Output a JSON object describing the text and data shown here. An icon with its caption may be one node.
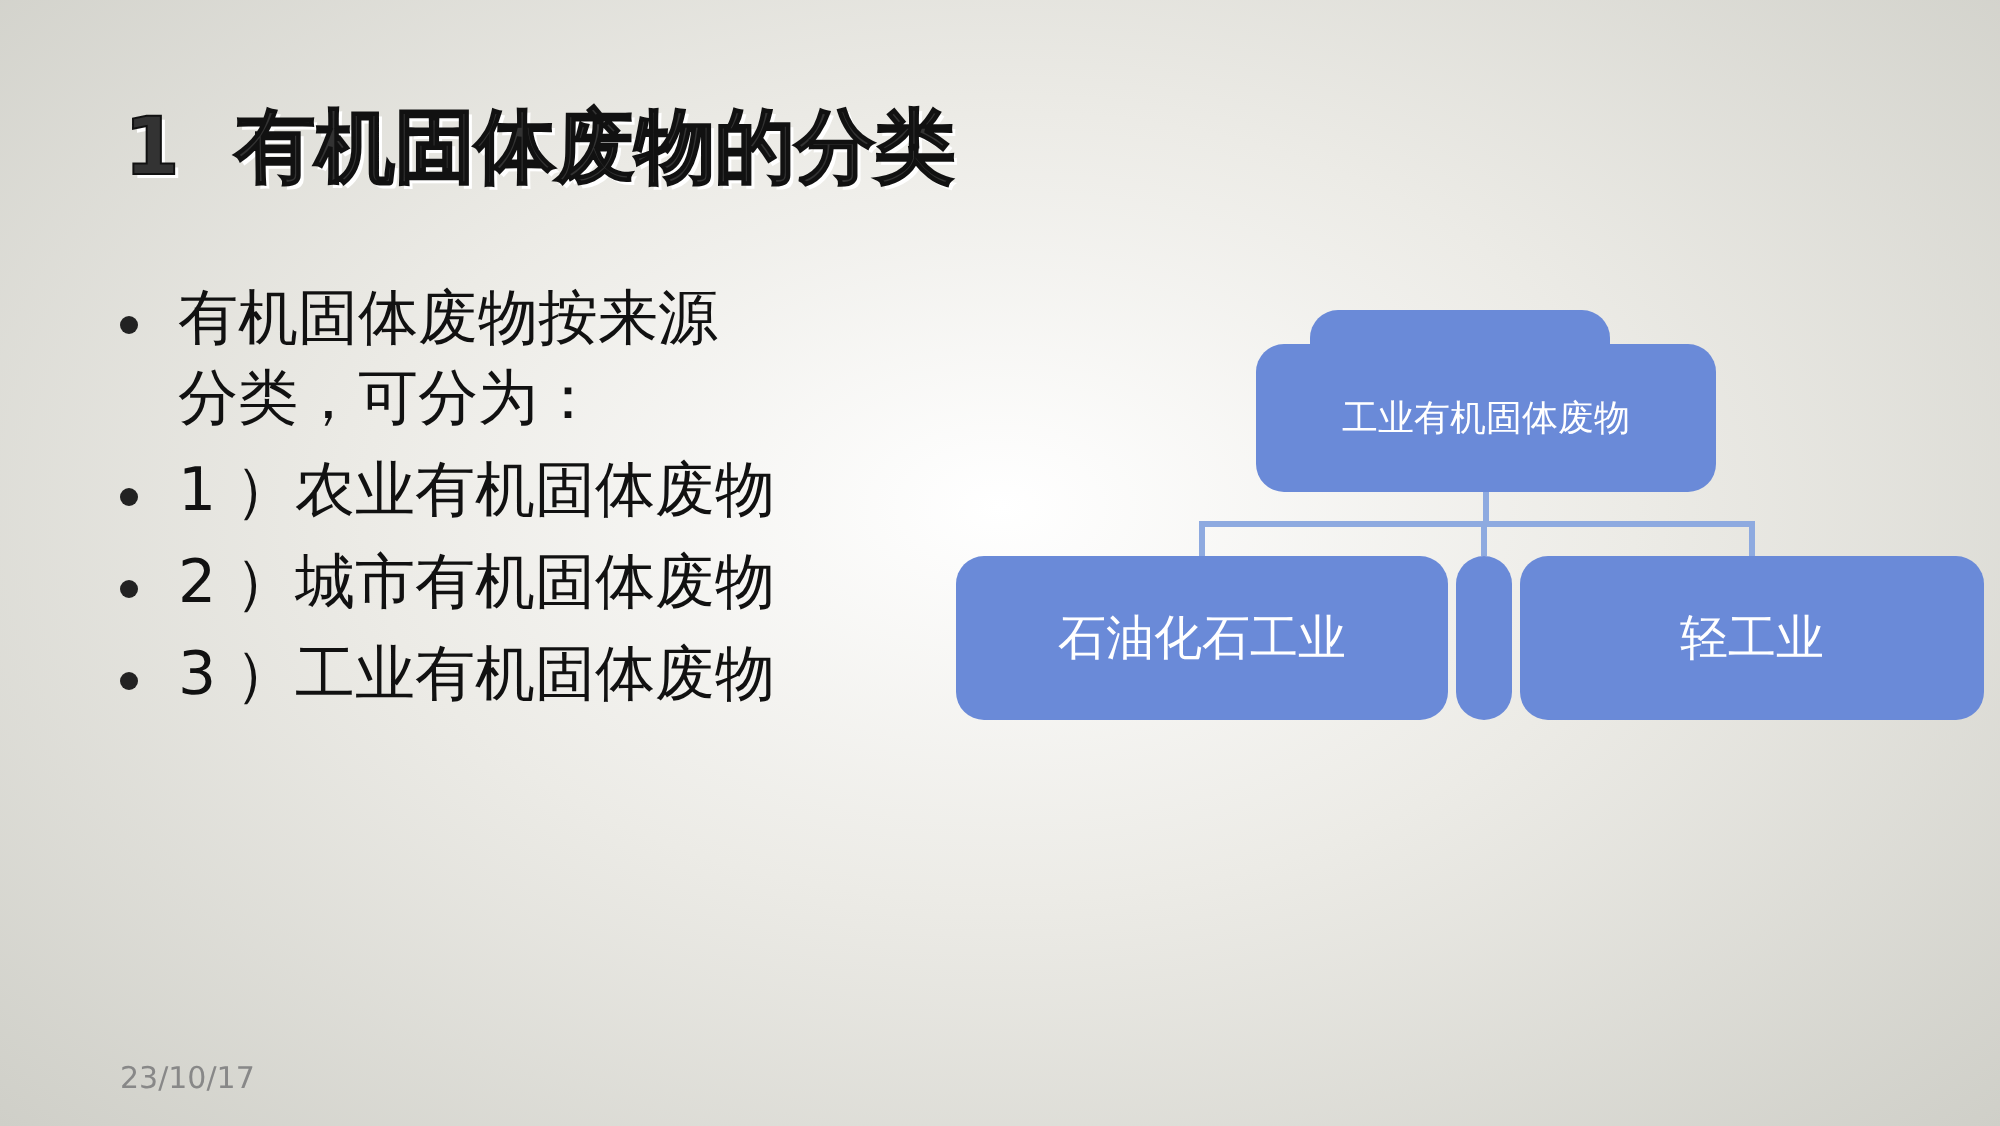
{
  "diagram": {
    "title": "1  有机固体废物的分类",
    "nodes": [
      {
        "text": [],
        "shape": "box"
      },
      {
        "text": [
          "工业有机固体废物"
        ]
      },
      {
        "text": [
          "石油化石工业"
        ]
      },
      {
        "text": [],
        "shape": "box"
      },
      {
        "text": [
          "轻工业"
        ]
      }
    ],
    "edges": [
      {
        "from": 1,
        "to": 2,
        "arrow": "none"
      },
      {
        "from": 1,
        "to": 3,
        "arrow": "none"
      },
      {
        "from": 1,
        "to": 4,
        "arrow": "none"
      }
    ],
    "labels": [
      "有机固体废物按来源分类，可分为：",
      "1 ）农业有机固体废物",
      "2 ）城市有机固体废物",
      "3 ）工业有机固体废物",
      "23/10/17"
    ]
  }
}
